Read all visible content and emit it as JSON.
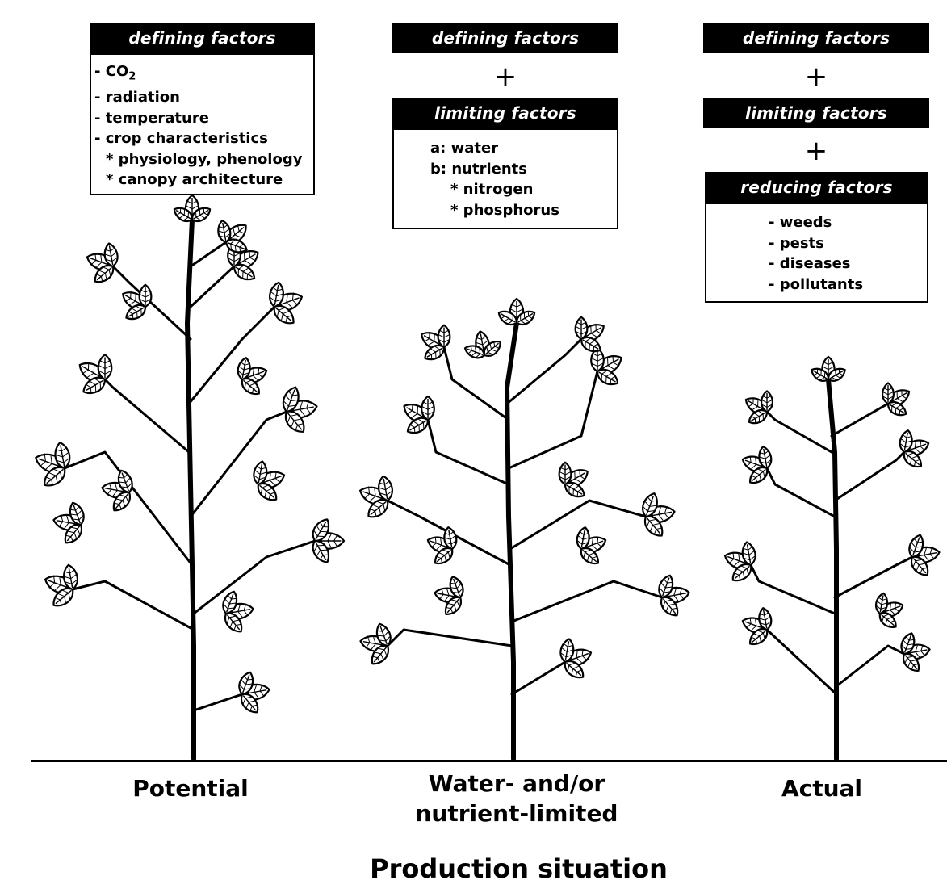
{
  "column1": {
    "header": "defining factors",
    "items": [
      "- CO",
      "- radiation",
      "- temperature",
      "- crop characteristics",
      "* physiology, phenology",
      "* canopy architecture"
    ],
    "co2_subscript": "2"
  },
  "column2": {
    "header_defining": "defining factors",
    "plus": "+",
    "header_limiting": "limiting factors",
    "items": [
      "a: water",
      "b: nutrients",
      "* nitrogen",
      "* phosphorus"
    ]
  },
  "column3": {
    "header_defining": "defining factors",
    "plus1": "+",
    "header_limiting": "limiting factors",
    "plus2": "+",
    "header_reducing": "reducing factors",
    "items": [
      "- weeds",
      "- pests",
      "- diseases",
      "- pollutants"
    ]
  },
  "labels": {
    "potential": "Potential",
    "water_line1": "Water- and/or",
    "water_line2": "nutrient-limited",
    "actual": "Actual",
    "axis_title": "Production situation"
  }
}
